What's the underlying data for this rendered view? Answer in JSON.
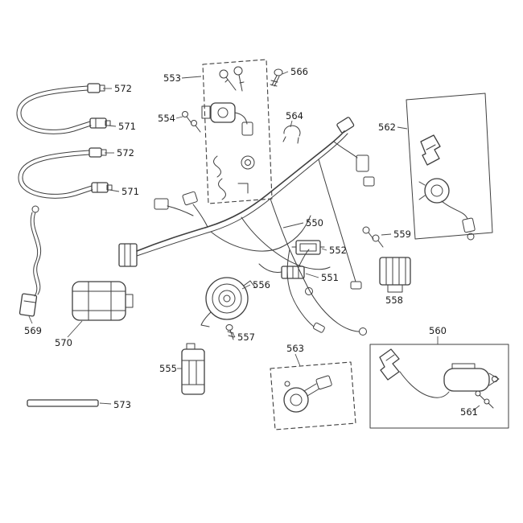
{
  "labels": {
    "p550": "550",
    "p551": "551",
    "p552": "552",
    "p553": "553",
    "p554": "554",
    "p555": "555",
    "p556": "556",
    "p557": "557",
    "p558": "558",
    "p559": "559",
    "p560": "560",
    "p561": "561",
    "p562": "562",
    "p563": "563",
    "p564": "564",
    "p566": "566",
    "p569": "569",
    "p570": "570",
    "p571": "571",
    "p572": "572",
    "p573": "573"
  },
  "colors": {
    "line": "#3f3f3f",
    "label": "#1b1b1b",
    "background": "#ffffff"
  }
}
